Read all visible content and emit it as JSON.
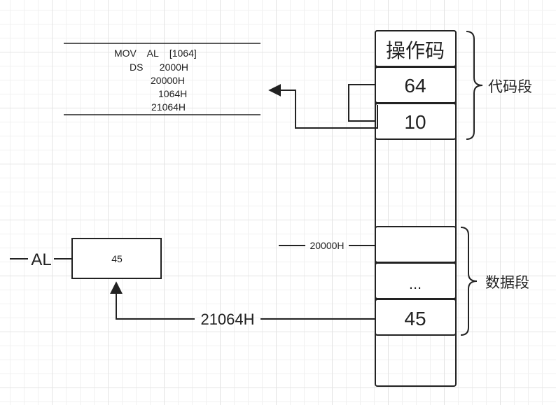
{
  "code_block": {
    "lines": [
      "MOV    AL    [1064]",
      "DS      2000H",
      "20000H",
      "1064H",
      "21064H"
    ]
  },
  "memory": {
    "opcode_label": "操作码",
    "cell_64": "64",
    "cell_10": "10",
    "cell_ellipsis": "...",
    "cell_45": "45"
  },
  "labels": {
    "code_segment": "代码段",
    "data_segment": "数据段",
    "addr_20000h": "20000H",
    "addr_21064h": "21064H",
    "register_al": "AL",
    "register_value": "45"
  }
}
